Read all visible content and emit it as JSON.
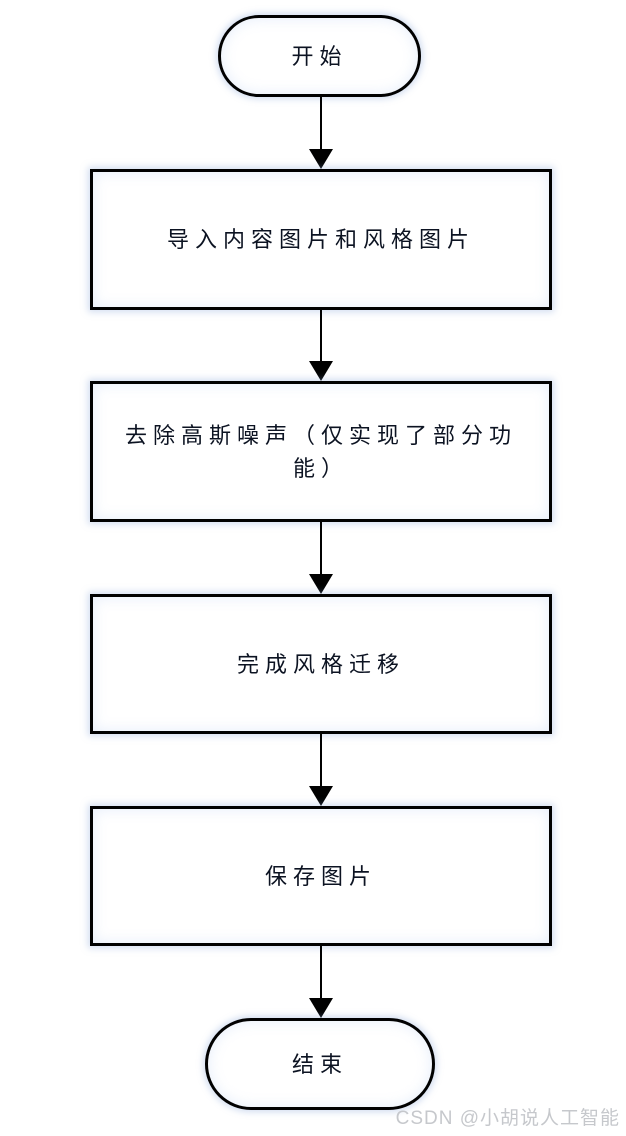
{
  "canvas": {
    "background": "#ffffff",
    "node_fill": "#ffffff",
    "node_stroke": "#010101",
    "text_color": "#0c1322",
    "glow_color": "rgba(125,158,212,0.35)",
    "arrow_color": "#010101"
  },
  "flowchart": {
    "nodes": [
      {
        "id": "start",
        "type": "terminator",
        "label": "开始"
      },
      {
        "id": "import",
        "type": "process",
        "label": "导入内容图片和风格图片"
      },
      {
        "id": "denoise",
        "type": "process",
        "label": "去除高斯噪声（仅实现了部分功能）"
      },
      {
        "id": "transfer",
        "type": "process",
        "label": "完成风格迁移"
      },
      {
        "id": "save",
        "type": "process",
        "label": "保存图片"
      },
      {
        "id": "end",
        "type": "terminator",
        "label": "结束"
      }
    ],
    "edges": [
      {
        "from": "开始",
        "to": "导入内容图片和风格图片"
      },
      {
        "from": "导入内容图片和风格图片",
        "to": "去除高斯噪声（仅实现了部分功能）"
      },
      {
        "from": "去除高斯噪声（仅实现了部分功能）",
        "to": "完成风格迁移"
      },
      {
        "from": "完成风格迁移",
        "to": "保存图片"
      },
      {
        "from": "保存图片",
        "to": "结束"
      }
    ]
  },
  "watermark": {
    "text": "CSDN @小胡说人工智能",
    "color": "#c6c8cc"
  }
}
